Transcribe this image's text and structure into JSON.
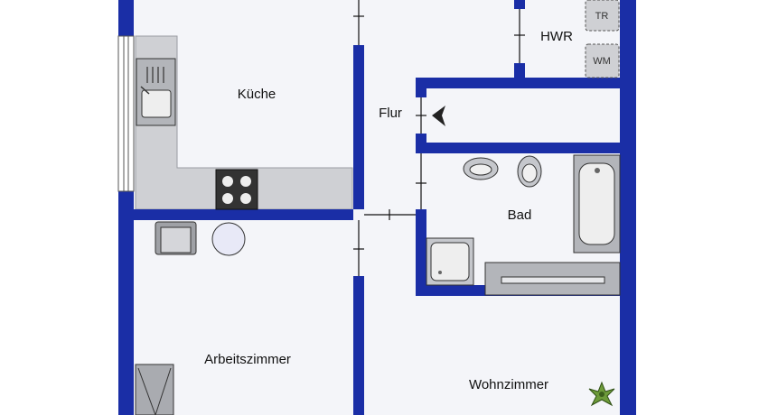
{
  "rooms": {
    "kueche": "Küche",
    "flur": "Flur",
    "hwr": "HWR",
    "bad": "Bad",
    "arbeitszimmer": "Arbeitszimmer",
    "wohnzimmer": "Wohnzimmer"
  },
  "appliances": {
    "dryer": "TR",
    "washer": "WM"
  },
  "colors": {
    "wall": "#1a2ea6",
    "floor": "#f4f5f9",
    "counter": "#cfd0d4",
    "fixture": "#a9abb0"
  }
}
